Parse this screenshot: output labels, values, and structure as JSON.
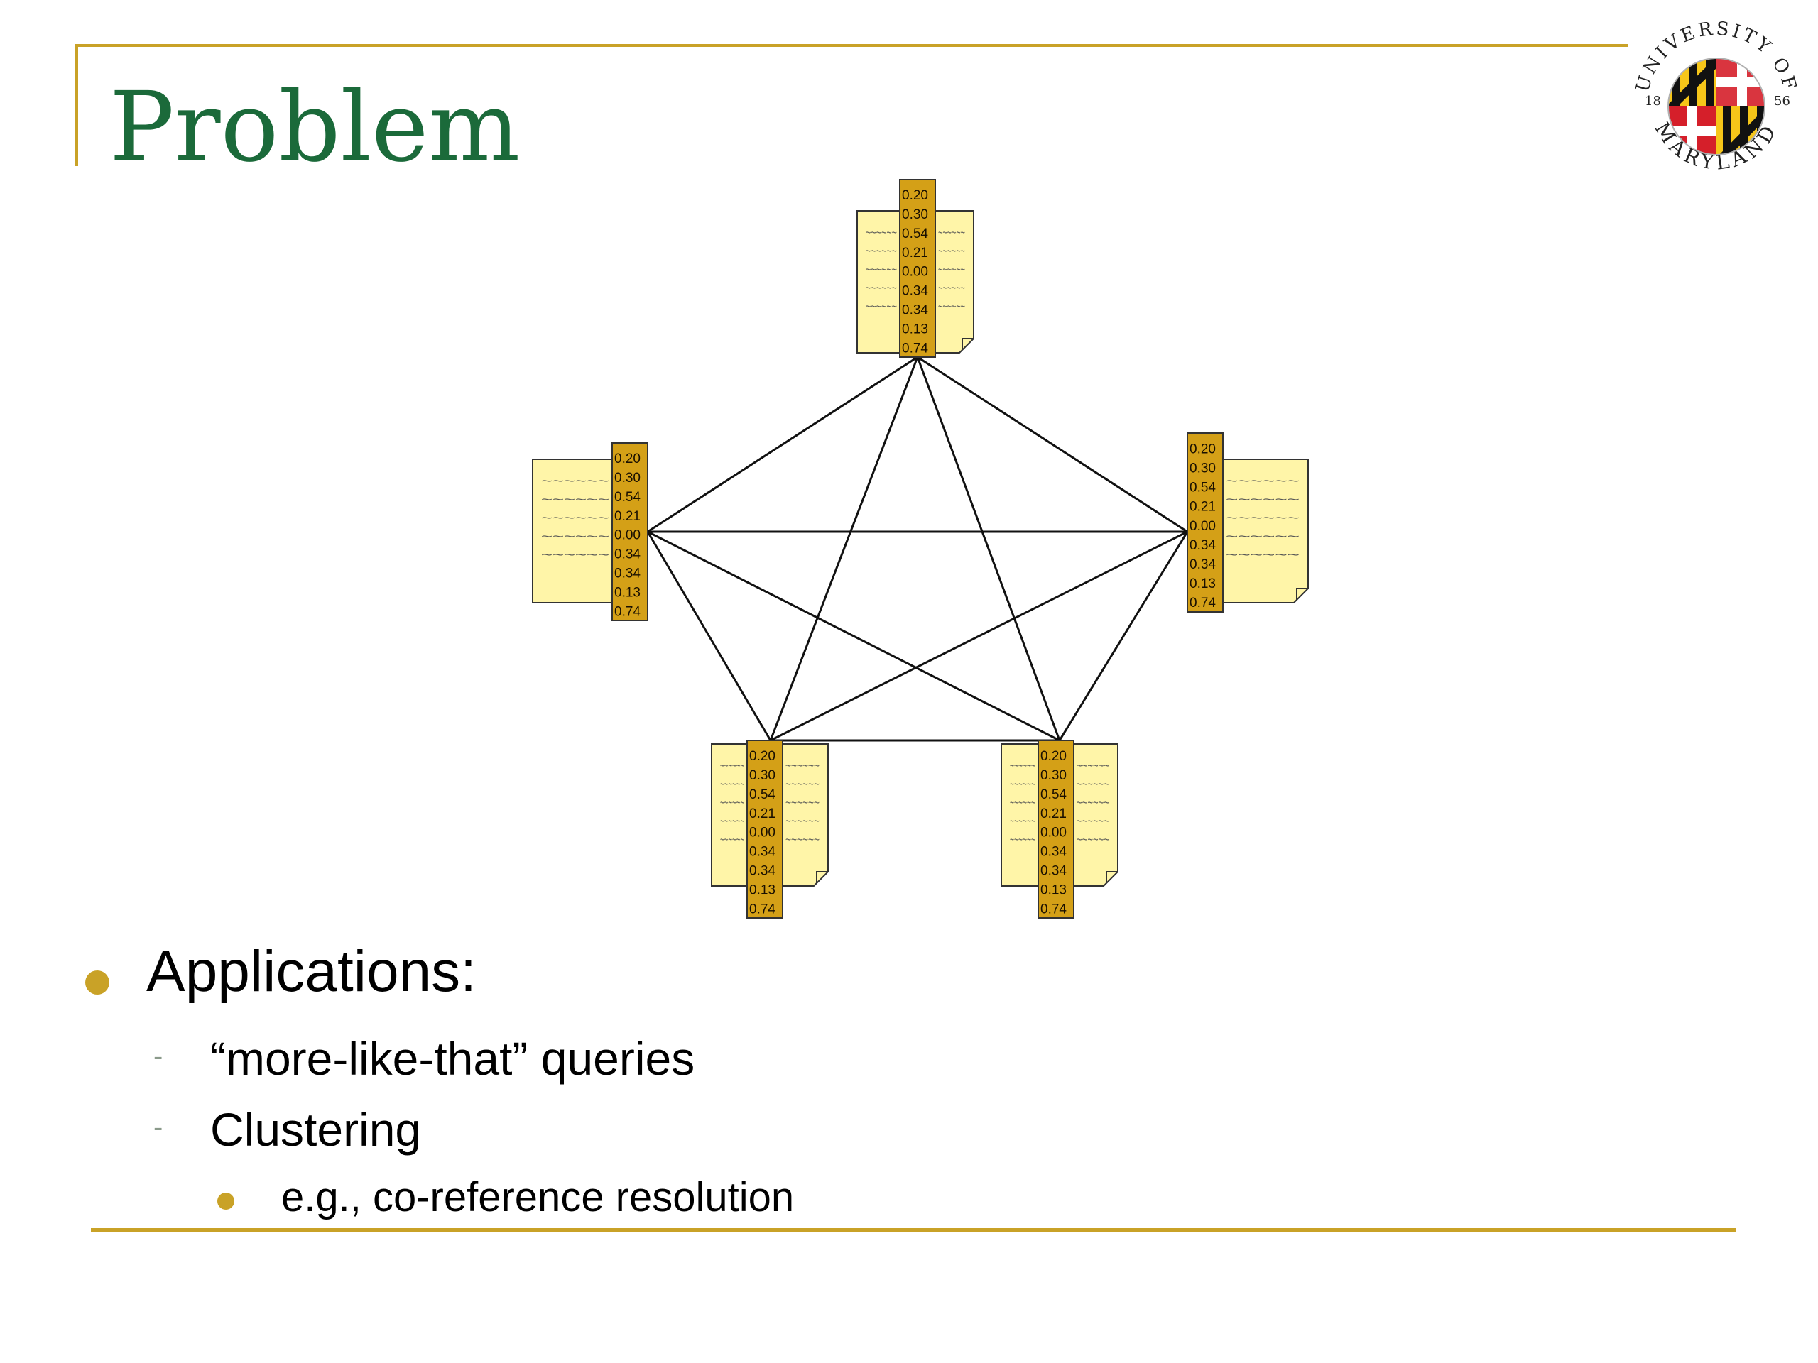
{
  "slide": {
    "title": "Problem",
    "accent_color": "#c9a227",
    "title_color": "#1b6a3a"
  },
  "logo": {
    "ring_text_top": "UNIVERSITY OF",
    "ring_text_bottom": "MARYLAND",
    "year_left": "18",
    "year_right": "56",
    "colors": {
      "red": "#d51f2a",
      "gold": "#f6c619",
      "black": "#111111"
    }
  },
  "diagram": {
    "document_vector_values": [
      "0.20",
      "0.30",
      "0.54",
      "0.21",
      "0.00",
      "0.34",
      "0.34",
      "0.13",
      "0.74"
    ],
    "doc_color": "#fff5a8",
    "vector_color": "#d4a017",
    "text_placeholder": "~~~~~~",
    "documents": [
      {
        "id": "top",
        "vector_side": "center"
      },
      {
        "id": "left",
        "vector_side": "right"
      },
      {
        "id": "right",
        "vector_side": "left"
      },
      {
        "id": "bottom-left",
        "vector_side": "center"
      },
      {
        "id": "bottom-right",
        "vector_side": "center"
      }
    ],
    "edges": "complete graph between all 5 documents"
  },
  "bullets": {
    "level1": "Applications:",
    "level2": [
      "“more-like-that” queries",
      "Clustering"
    ],
    "level3": "e.g., co-reference resolution",
    "dash": "-"
  }
}
